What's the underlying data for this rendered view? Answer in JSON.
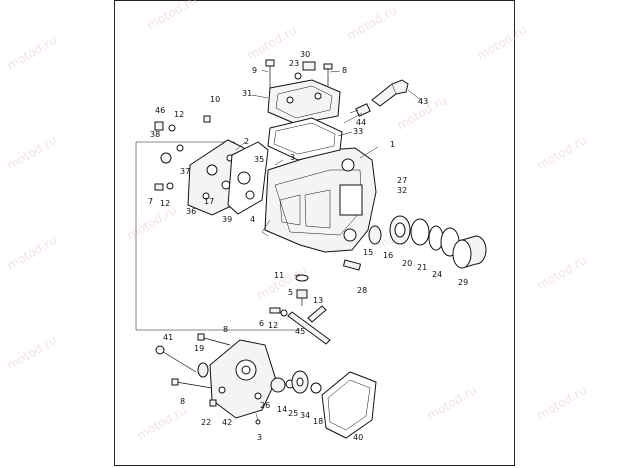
{
  "watermark": "motod.ru",
  "callouts": [
    {
      "id": "c1",
      "text": "1"
    },
    {
      "id": "c2",
      "text": "2"
    },
    {
      "id": "c3a",
      "text": "3"
    },
    {
      "id": "c3b",
      "text": "3"
    },
    {
      "id": "c4",
      "text": "4"
    },
    {
      "id": "c5",
      "text": "5"
    },
    {
      "id": "c6",
      "text": "6"
    },
    {
      "id": "c7",
      "text": "7"
    },
    {
      "id": "c8a",
      "text": "8"
    },
    {
      "id": "c8b",
      "text": "8"
    },
    {
      "id": "c8c",
      "text": "8"
    },
    {
      "id": "c9",
      "text": "9"
    },
    {
      "id": "c10",
      "text": "10"
    },
    {
      "id": "c11",
      "text": "11"
    },
    {
      "id": "c12a",
      "text": "12"
    },
    {
      "id": "c12b",
      "text": "12"
    },
    {
      "id": "c12c",
      "text": "12"
    },
    {
      "id": "c13",
      "text": "13"
    },
    {
      "id": "c14",
      "text": "14"
    },
    {
      "id": "c15",
      "text": "15"
    },
    {
      "id": "c16",
      "text": "16"
    },
    {
      "id": "c17",
      "text": "17"
    },
    {
      "id": "c18",
      "text": "18"
    },
    {
      "id": "c19",
      "text": "19"
    },
    {
      "id": "c20",
      "text": "20"
    },
    {
      "id": "c21",
      "text": "21"
    },
    {
      "id": "c22",
      "text": "22"
    },
    {
      "id": "c23",
      "text": "23"
    },
    {
      "id": "c24",
      "text": "24"
    },
    {
      "id": "c25",
      "text": "25"
    },
    {
      "id": "c26",
      "text": "26"
    },
    {
      "id": "c27",
      "text": "27"
    },
    {
      "id": "c28",
      "text": "28"
    },
    {
      "id": "c29",
      "text": "29"
    },
    {
      "id": "c30",
      "text": "30"
    },
    {
      "id": "c31",
      "text": "31"
    },
    {
      "id": "c32",
      "text": "32"
    },
    {
      "id": "c33",
      "text": "33"
    },
    {
      "id": "c34",
      "text": "34"
    },
    {
      "id": "c35",
      "text": "35"
    },
    {
      "id": "c36",
      "text": "36"
    },
    {
      "id": "c37",
      "text": "37"
    },
    {
      "id": "c38",
      "text": "38"
    },
    {
      "id": "c39",
      "text": "39"
    },
    {
      "id": "c40",
      "text": "40"
    },
    {
      "id": "c41",
      "text": "41"
    },
    {
      "id": "c42",
      "text": "42"
    },
    {
      "id": "c43",
      "text": "43"
    },
    {
      "id": "c44",
      "text": "44"
    },
    {
      "id": "c45",
      "text": "45"
    },
    {
      "id": "c46",
      "text": "46"
    }
  ]
}
